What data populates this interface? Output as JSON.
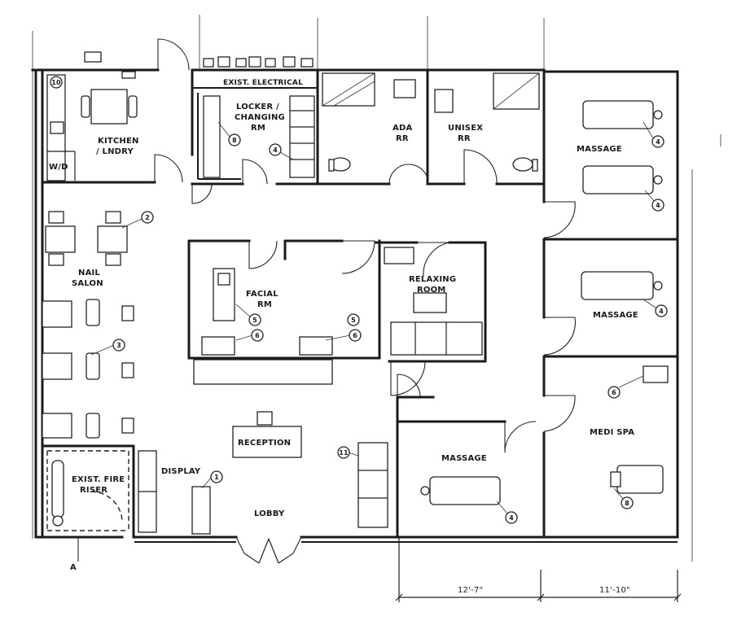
{
  "rooms": {
    "kitchen": "KITCHEN",
    "laundry": "/ LNDRY",
    "washer_dryer": "W/D",
    "exist_electrical": "EXIST. ELECTRICAL",
    "locker_1": "LOCKER /",
    "locker_2": "CHANGING",
    "locker_3": "RM",
    "ada_1": "ADA",
    "ada_2": "RR",
    "unisex_1": "UNISEX",
    "unisex_2": "RR",
    "massage_1": "MASSAGE",
    "massage_2": "MASSAGE",
    "nail_1": "NAIL",
    "nail_2": "SALON",
    "facial_1": "FACIAL",
    "facial_2": "RM",
    "relax_1": "RELAXING",
    "relax_2": "ROOM",
    "reception": "RECEPTION",
    "display": "DISPLAY",
    "lobby": "LOBBY",
    "fire_1": "EXIST. FIRE",
    "fire_2": "RISER",
    "massage_3": "MASSAGE",
    "medi_spa": "MEDI SPA"
  },
  "tags": {
    "t10": "10",
    "t8": "8",
    "t4_locker": "4",
    "t4_m1a": "4",
    "t4_m1b": "4",
    "t4_m2": "4",
    "t2": "2",
    "t3": "3",
    "t5_facial": "5",
    "t5_b": "5",
    "t6_a": "6",
    "t6_b": "6",
    "t6_medi": "6",
    "t1": "1",
    "t11": "11",
    "t4_m3": "4",
    "t8_medi": "8"
  },
  "dimensions": {
    "left": "12'-7\"",
    "right": "11'-10\""
  },
  "marks": {
    "section_a": "A"
  }
}
